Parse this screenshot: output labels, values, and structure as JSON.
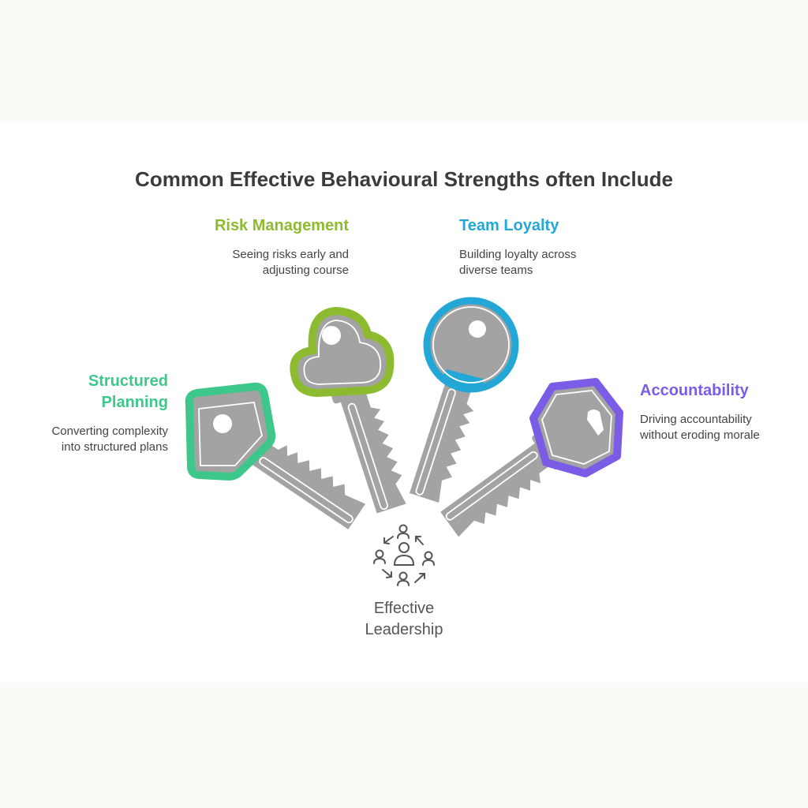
{
  "title": "Common Effective Behavioural Strengths often Include",
  "center": {
    "label_line1": "Effective",
    "label_line2": "Leadership",
    "icon": "team-cycle-icon"
  },
  "items": [
    {
      "title_line1": "Structured",
      "title_line2": "Planning",
      "desc_line1": "Converting complexity",
      "desc_line2": "into structured plans",
      "color": "#3ec78a"
    },
    {
      "title": "Risk Management",
      "desc_line1": "Seeing risks early and",
      "desc_line2": "adjusting course",
      "color": "#8dbb2f"
    },
    {
      "title": "Team Loyalty",
      "desc_line1": "Building loyalty across",
      "desc_line2": "diverse teams",
      "color": "#23a7d6"
    },
    {
      "title": "Accountability",
      "desc_line1": "Driving accountability",
      "desc_line2": "without eroding morale",
      "color": "#7b5ce6"
    }
  ],
  "key_color": "#a3a3a3"
}
